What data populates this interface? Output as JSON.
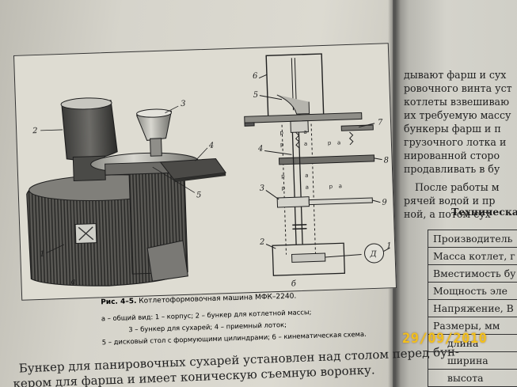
{
  "figure": {
    "number": "Рис. 4–5.",
    "title": "Котлетоформовочная машина МФК–2240.",
    "caption_lines": [
      "а – общий вид: 1 – корпус; 2 – бункер для котлетной массы;",
      "3 – бункер для сухарей; 4 – приемный лоток;",
      "5 – дисковый стол с формующими цилиндрами; б – кинематическая схема."
    ],
    "view_a_labels": {
      "n1": "1",
      "n2": "2",
      "n3": "3",
      "n4": "4",
      "n5": "5",
      "sub": "а"
    },
    "view_b_labels": {
      "n1": "1",
      "n2": "2",
      "n3": "3",
      "n4": "4",
      "n5": "5",
      "n6": "6",
      "n7": "7",
      "n8": "8",
      "n9": "9",
      "sub": "б",
      "motor": "Д"
    }
  },
  "left_body_lines": [
    "Бункер для панировочных сухарей установлен над столом перед бун-",
    "кером для фарша и имеет коническую съемную воронку."
  ],
  "right_text_lines": [
    "дывают фарш и сух",
    "ровочного винта уст",
    "котлеты взвешиваю",
    "их требуемую массу",
    "бункеры фарш и п",
    "грузочного лотка и",
    "нированной сторо",
    "продавливать в бу"
  ],
  "right_paragraph2": [
    "После работы м",
    "рячей водой и пр",
    "ной, а потом сух"
  ],
  "spec": {
    "heading": "Техническа",
    "rows": [
      {
        "label": "Производитель",
        "sub": false
      },
      {
        "label": "Масса котлет, г",
        "sub": false
      },
      {
        "label": "Вместимость бу",
        "sub": false
      },
      {
        "label": "Мощность эле",
        "sub": false
      },
      {
        "label": "Напряжение, В",
        "sub": false
      },
      {
        "label": "Размеры, мм",
        "sub": false
      },
      {
        "label": "длина",
        "sub": true
      },
      {
        "label": "ширина",
        "sub": true
      },
      {
        "label": "высота",
        "sub": true
      }
    ]
  },
  "datestamp": "29/09/2010"
}
